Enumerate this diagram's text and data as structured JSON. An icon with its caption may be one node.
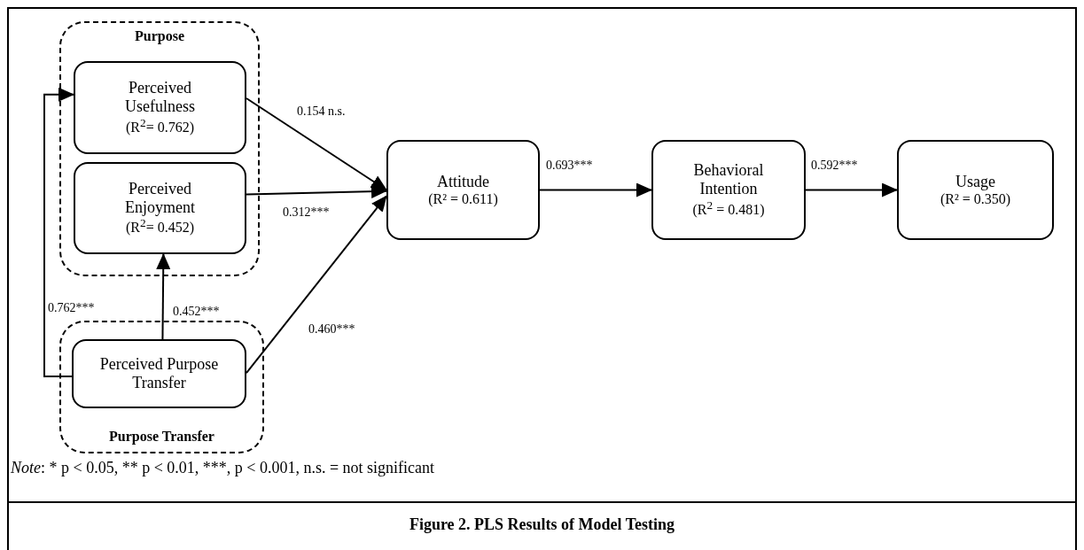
{
  "diagram": {
    "caption": "Figure 2. PLS Results of Model Testing",
    "nodes": [
      {
        "text": [
          "Purpose"
        ]
      },
      {
        "text": [
          "Perceived Usefulness",
          "(R$^{2}$= 0.762)"
        ],
        "in": 0
      },
      {
        "text": [
          "Perceived Enjoyment",
          "(R$^{2}$= 0.452)"
        ],
        "in": 0
      },
      {
        "text": [
          "Purpose Transfer"
        ]
      },
      {
        "text": [
          "Perceived Purpose Transfer"
        ],
        "in": 3
      },
      {
        "text": [
          "Attitude",
          "(R² = 0.611)"
        ]
      },
      {
        "text": [
          "Behavioral Intention",
          "(R$^{2}$ = 0.481)"
        ]
      },
      {
        "text": [
          "Usage",
          "(R² = 0.350)"
        ]
      }
    ],
    "edges": [
      {
        "from": 4,
        "to": 1,
        "arrow": "to",
        "label": "0.762***"
      },
      {
        "from": 4,
        "to": 2,
        "arrow": "to",
        "label": "0.452***"
      },
      {
        "from": 1,
        "to": 5,
        "arrow": "to",
        "label": "0.154 n.s."
      },
      {
        "from": 2,
        "to": 5,
        "arrow": "to",
        "label": "0.312***"
      },
      {
        "from": 4,
        "to": 5,
        "arrow": "to",
        "label": "0.460***"
      },
      {
        "from": 5,
        "to": 6,
        "arrow": "to",
        "label": "0.693***"
      },
      {
        "from": 6,
        "to": 7,
        "arrow": "to",
        "label": "0.592***"
      }
    ],
    "labels": [
      "*Note*: * p < 0.05, ** p < 0.01, ***, p < 0.001, n.s. = not significant"
    ]
  }
}
